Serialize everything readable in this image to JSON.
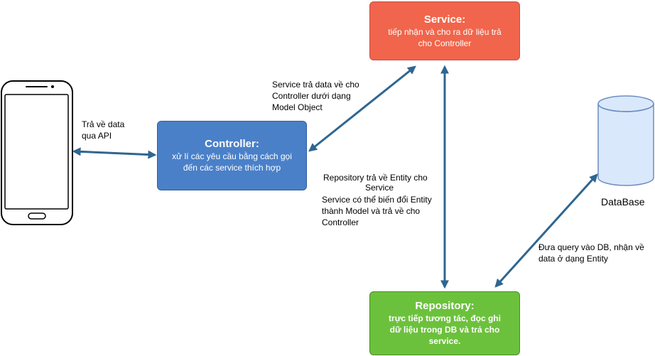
{
  "colors": {
    "service_fill": "#f0654b",
    "controller_fill": "#4a80c8",
    "repository_fill": "#6cc13c",
    "arrow": "#2f6690",
    "database_fill": "#dae8fc",
    "database_stroke": "#6c8ebf"
  },
  "icons": {
    "phone": "smartphone-icon",
    "database": "database-cylinder-icon"
  },
  "service": {
    "title": "Service:",
    "description": "tiếp nhận và cho ra dữ liệu trả\ncho Controller"
  },
  "controller": {
    "title": "Controller:",
    "description": "xử lí các yêu cầu bằng cách gọi\nđến các service thích hợp"
  },
  "repository": {
    "title": "Repository:",
    "description": "trực tiếp tương tác, đọc ghi\ndữ liệu trong DB và trả cho\nservice."
  },
  "database": {
    "label": "DataBase"
  },
  "edges": {
    "phone_controller": "Trả về data\nqua API",
    "service_controller": "Service trả data về cho\nController dưới dạng\nModel Object",
    "repository_service_line1": "Repository trả về Entity  cho",
    "repository_service_line2": "Service",
    "service_convert": "Service có thể biến đổi Entity\nthành Model và trả về cho\nController",
    "repository_database": "Đưa query vào DB, nhận về\ndata ở dạng Entity"
  }
}
